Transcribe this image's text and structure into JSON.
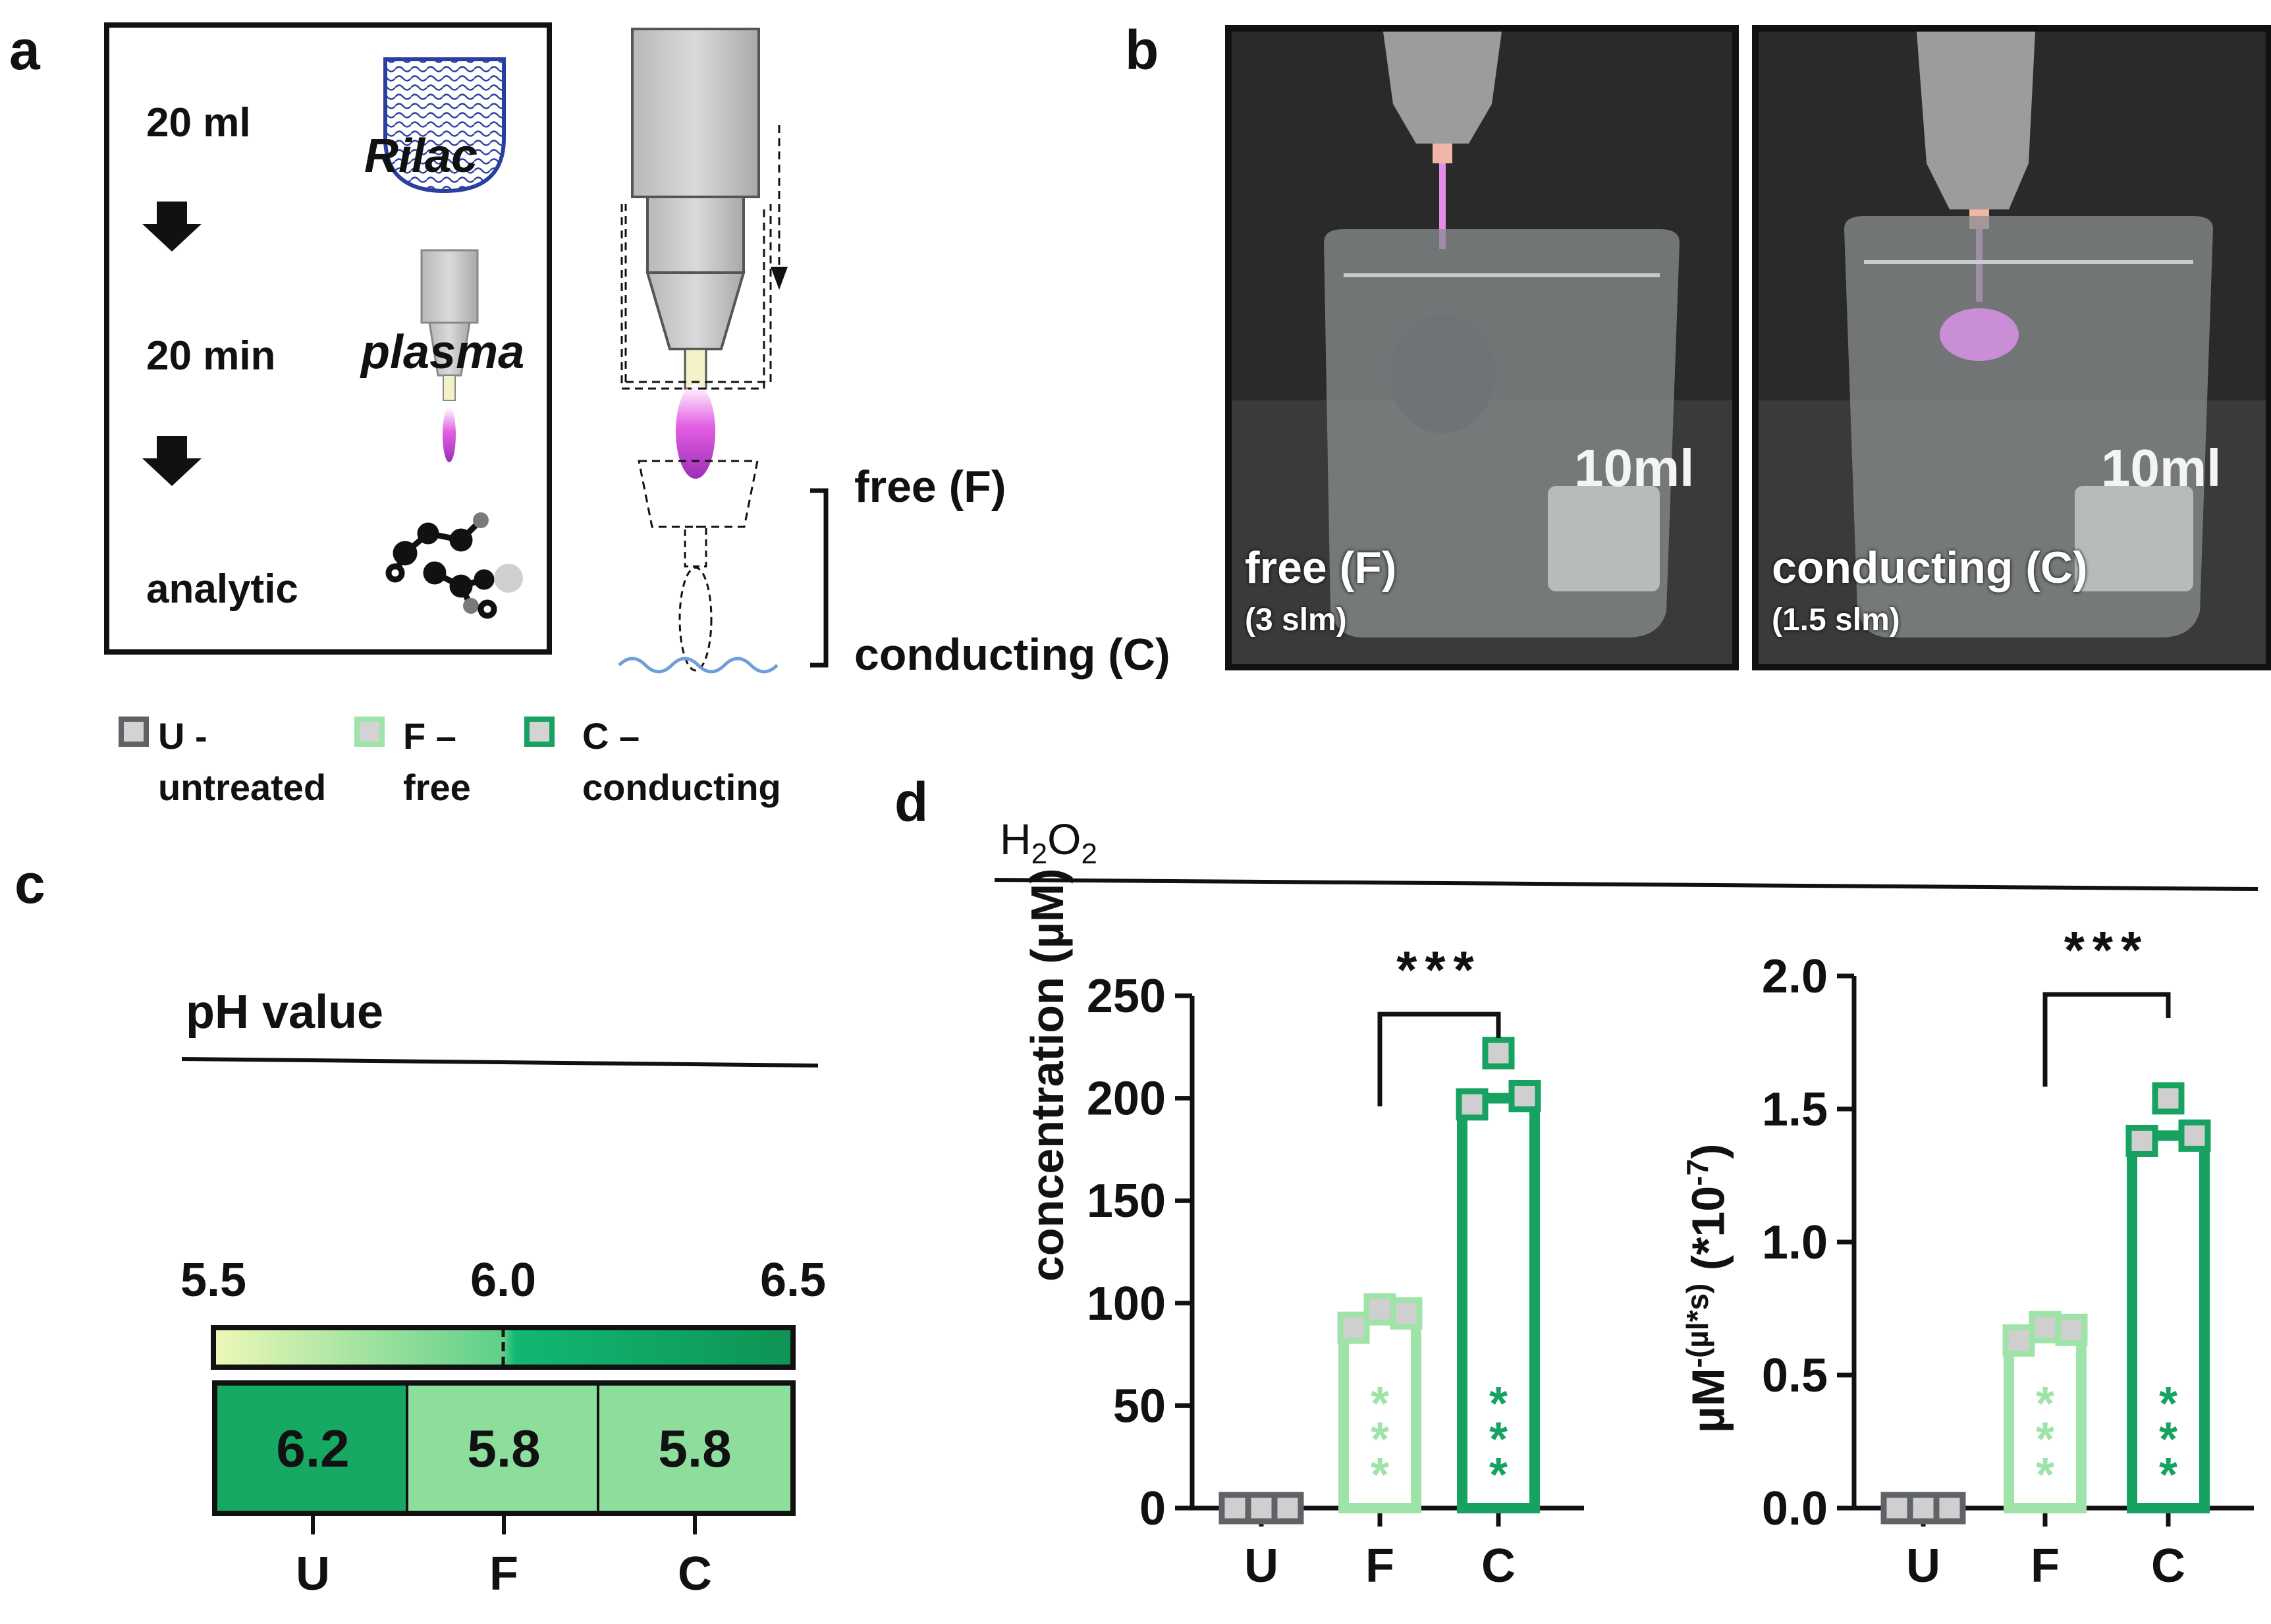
{
  "panel_labels": {
    "a": "a",
    "b": "b",
    "c": "c",
    "d": "d"
  },
  "panel_a": {
    "steps": [
      "20 ml",
      "20 min",
      "analytic"
    ],
    "medium_label": "Rilac",
    "treatment_label": "plasma",
    "mode_free": "free (F)",
    "mode_conducting": "conducting (C)"
  },
  "panel_b": {
    "photos": [
      {
        "title": "free (F)",
        "subtitle": "(3 slm)"
      },
      {
        "title": "conducting (C)",
        "subtitle": "(1.5 slm)"
      }
    ]
  },
  "legend": {
    "items": [
      {
        "code": "U -",
        "name": "untreated",
        "color": "#5f6368"
      },
      {
        "code": "F –",
        "name": "free",
        "color": "#9ee3a8"
      },
      {
        "code": "C –",
        "name": "conducting",
        "color": "#17a261"
      }
    ]
  },
  "panel_c": {
    "title": "pH value",
    "scale_ticks": [
      "5.5",
      "6.0",
      "6.5"
    ]
  },
  "panel_d": {
    "title": "H",
    "title_sub1": "2",
    "title_o": "O",
    "title_sub2": "2",
    "left_ylabel": "concentration (µM)",
    "right_ylabel_main": "µM",
    "right_ylabel_sup": "-(µl*s)",
    "right_ylabel_tail": " (*10",
    "right_ylabel_exp": "-7",
    "right_ylabel_close": ")"
  },
  "chart_data": [
    {
      "type": "heatmap",
      "title": "pH value",
      "scale": {
        "min": 5.5,
        "max": 6.5,
        "ticks": [
          5.5,
          6.0,
          6.5
        ]
      },
      "categories": [
        "U",
        "F",
        "C"
      ],
      "values": [
        6.2,
        5.8,
        5.8
      ],
      "value_labels": [
        "6.2",
        "5.8",
        "5.8"
      ]
    },
    {
      "type": "bar",
      "ylabel": "concentration (µM)",
      "ylim": [
        0,
        250
      ],
      "yticks": [
        0,
        50,
        100,
        150,
        200,
        250
      ],
      "ytick_labels": [
        "0",
        "50",
        "100",
        "150",
        "200",
        "250"
      ],
      "categories": [
        "U",
        "F",
        "C"
      ],
      "values": [
        0,
        93,
        200
      ],
      "points": [
        [
          0,
          0,
          0
        ],
        [
          88,
          97,
          95
        ],
        [
          197,
          222,
          201
        ]
      ],
      "colors": [
        "#5f6368",
        "#9ee3a8",
        "#17a261"
      ],
      "significance": {
        "bracket": [
          "F",
          "C"
        ],
        "label": "***"
      },
      "in_bar_labels": {
        "F": "***",
        "C": "***"
      },
      "grid": false
    },
    {
      "type": "bar",
      "ylabel": "µM-(µl*s) (*10-7)",
      "ylim": [
        0,
        2.0
      ],
      "yticks": [
        0,
        0.5,
        1.0,
        1.5,
        2.0
      ],
      "ytick_labels": [
        "0.0",
        "0.5",
        "1.0",
        "1.5",
        "2.0"
      ],
      "categories": [
        "U",
        "F",
        "C"
      ],
      "values": [
        0,
        0.65,
        1.4
      ],
      "points": [
        [
          0,
          0,
          0
        ],
        [
          0.63,
          0.68,
          0.67
        ],
        [
          1.38,
          1.54,
          1.4
        ]
      ],
      "colors": [
        "#5f6368",
        "#9ee3a8",
        "#17a261"
      ],
      "significance": {
        "bracket": [
          "F",
          "C"
        ],
        "label": "***"
      },
      "in_bar_labels": {
        "F": "***",
        "C": "***"
      },
      "grid": false
    }
  ]
}
